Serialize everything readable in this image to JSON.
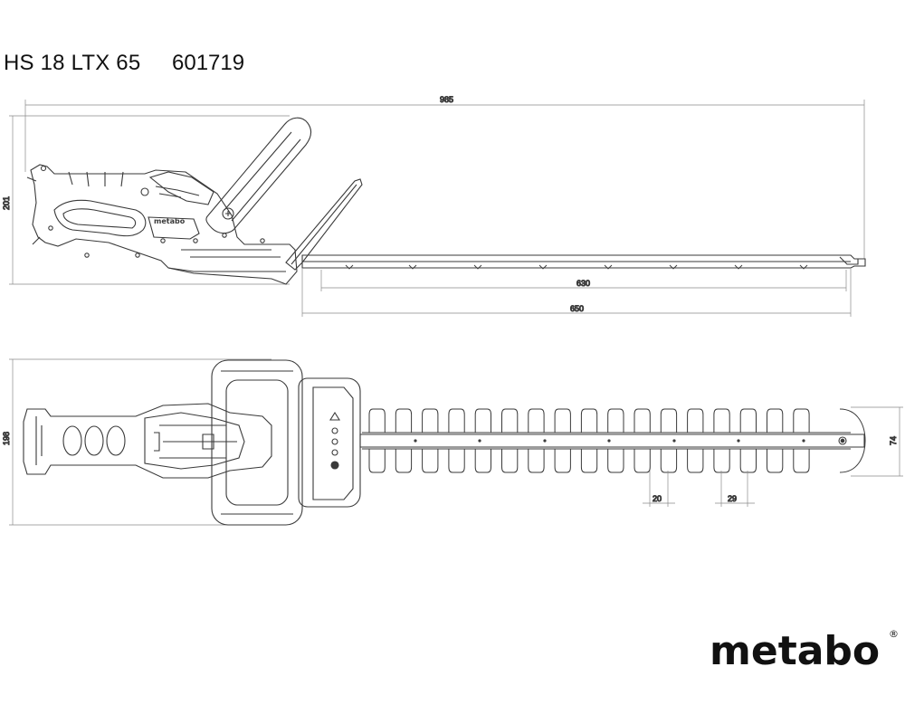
{
  "header": {
    "model": "HS 18 LTX 65",
    "article_number": "601719"
  },
  "dimensions": {
    "overall_length": "985",
    "side_height": "201",
    "cutting_length": "630",
    "blade_length": "650",
    "top_width": "198",
    "blade_width": "74",
    "tooth_gap": "20",
    "tooth_pitch": "29"
  },
  "logo": {
    "text": "metabo",
    "registered_mark": "®"
  },
  "colors": {
    "line": "#3a3a3a",
    "dimension_line": "#8a8a8a",
    "text": "#111111"
  }
}
